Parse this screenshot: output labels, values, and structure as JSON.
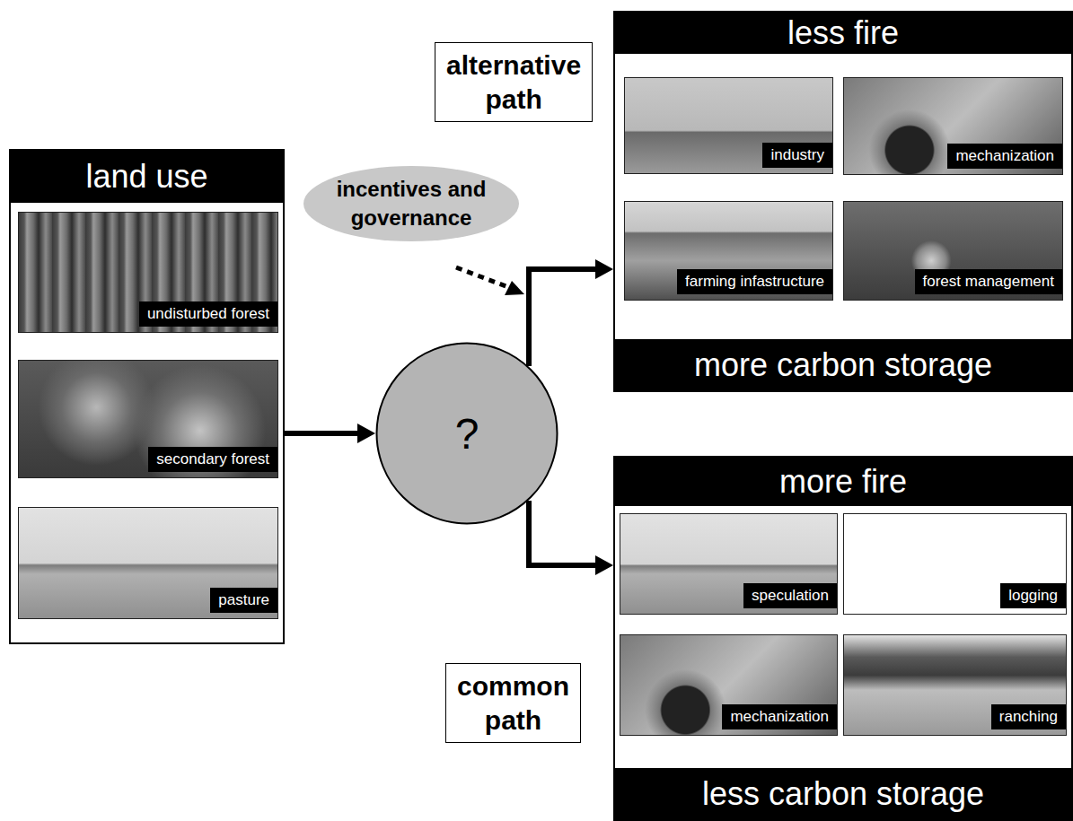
{
  "diagram": {
    "nodes": [
      {
        "text": [
          "land use"
        ]
      },
      {
        "text": [
          "undisturbed forest"
        ],
        "in": 0
      },
      {
        "text": [
          "secondary forest"
        ],
        "in": 0
      },
      {
        "text": [
          "pasture"
        ],
        "in": 0
      },
      {
        "text": [
          "incentives and governance"
        ]
      },
      {
        "text": [
          "?"
        ]
      },
      {
        "text": [
          "alternative path"
        ]
      },
      {
        "text": [
          "less fire",
          "more carbon storage"
        ]
      },
      {
        "text": [
          "industry"
        ],
        "in": 7
      },
      {
        "text": [
          "mechanization"
        ],
        "in": 7
      },
      {
        "text": [
          "farming infastructure"
        ],
        "in": 7
      },
      {
        "text": [
          "forest management"
        ],
        "in": 7
      },
      {
        "text": [
          "common path"
        ]
      },
      {
        "text": [
          "more fire",
          "less carbon storage"
        ]
      },
      {
        "text": [
          "speculation"
        ],
        "in": 13
      },
      {
        "text": [
          "logging"
        ],
        "in": 13
      },
      {
        "text": [
          "mechanization"
        ],
        "in": 13
      },
      {
        "text": [
          "ranching"
        ],
        "in": 13
      }
    ],
    "edges": [
      {
        "from": 0,
        "to": 5,
        "arrow": "to"
      },
      {
        "from": 5,
        "to": 7,
        "arrow": "to"
      },
      {
        "from": 5,
        "to": 13,
        "arrow": "to"
      }
    ]
  }
}
